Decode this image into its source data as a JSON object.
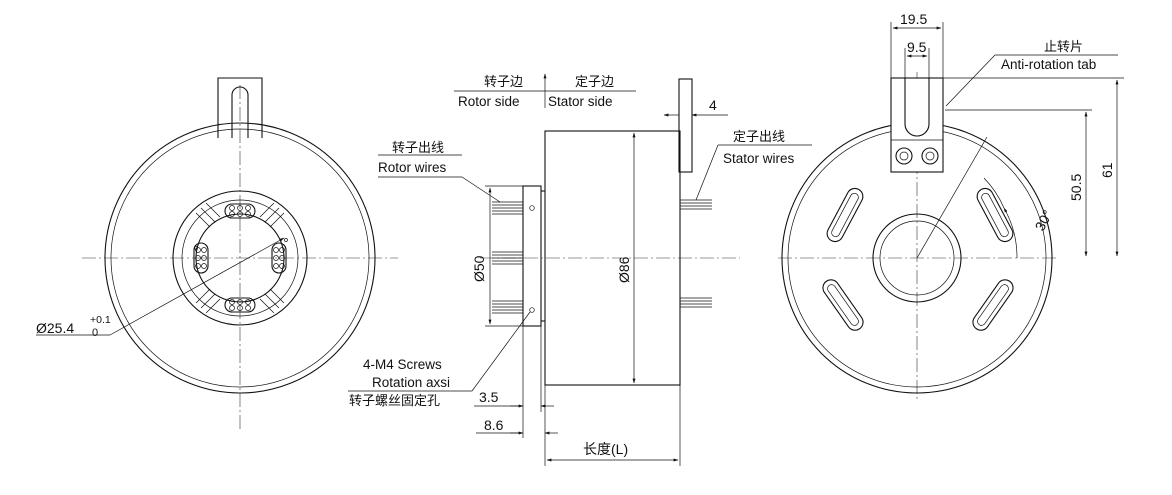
{
  "left_view": {
    "bore_dimension_main": "Ø25.4",
    "bore_tolerance_upper": "+0.1",
    "bore_tolerance_lower": "0"
  },
  "side_view": {
    "direction_rotor_cn": "转子边",
    "direction_rotor_en": "Rotor side",
    "direction_stator_cn": "定子边",
    "direction_stator_en": "Stator side",
    "tab_thickness": "4",
    "rotor_wires_cn": "转子出线",
    "rotor_wires_en": "Rotor wires",
    "stator_wires_cn": "定子出线",
    "stator_wires_en": "Stator wires",
    "flange_diameter": "Ø50",
    "body_diameter": "Ø86",
    "screws_line1": "4-M4 Screws",
    "screws_line2": "Rotation axsi",
    "screws_cn": "转子螺丝固定孔",
    "dim_flange": "3.5",
    "dim_offset": "8.6",
    "dim_length": "长度(L)"
  },
  "right_view": {
    "tab_width": "19.5",
    "slot_width": "9.5",
    "anti_rotation_cn": "止转片",
    "anti_rotation_en": "Anti-rotation tab",
    "height_inner": "50.5",
    "height_outer": "61",
    "angle": "30°"
  }
}
